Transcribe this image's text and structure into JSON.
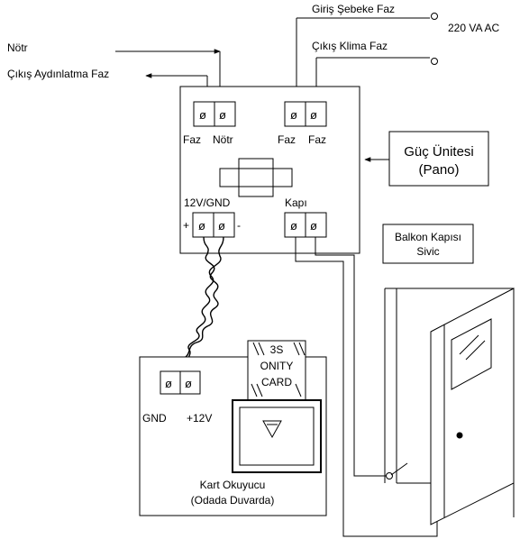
{
  "inputs": {
    "notr": "Nötr",
    "lighting_phase_out": "Çıkış Aydınlatma Faz",
    "mains_phase_in": "Giriş Şebeke Faz",
    "ac_phase_out": "Çıkış Klima Faz",
    "voltage": "220 VA AC"
  },
  "power_unit": {
    "title_line1": "Güç Ünitesi",
    "title_line2": "(Pano)",
    "terminal_symbol": "ø",
    "left_terminal_labels": [
      "Faz",
      "Nötr"
    ],
    "right_terminal_labels": [
      "Faz",
      "Faz"
    ],
    "dc_label": "12V/GND",
    "plus": "+",
    "minus": "-",
    "door_label": "Kapı"
  },
  "balcony": {
    "line1": "Balkon Kapısı",
    "line2": "Sivic"
  },
  "card_reader": {
    "gnd": "GND",
    "plus12": "+12V",
    "card_line1": "3S",
    "card_line2": "ONITY",
    "card_line3": "CARD",
    "title_line1": "Kart Okuyucu",
    "title_line2": "(Odada Duvarda)"
  }
}
